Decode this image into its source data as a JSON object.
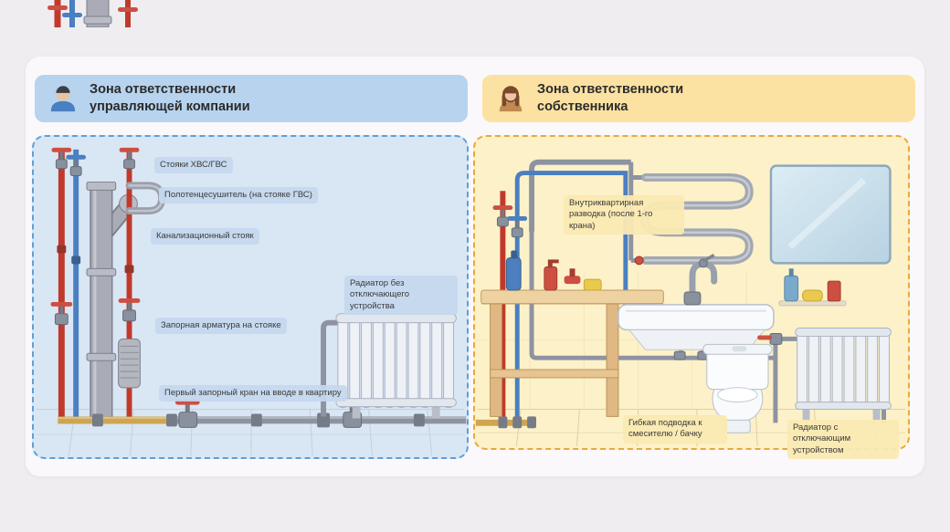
{
  "colors": {
    "page_bg": "#efedf0",
    "panel_bg": "#faf8fb",
    "hot_pipe": "#c0392b",
    "cold_pipe": "#4a7fc1",
    "steel_pipe": "#8d93a1",
    "brass_pipe": "#cfa54f",
    "management_header_bg": "#b7d3ee",
    "management_zone_bg": "#d9e6f4",
    "management_border": "#5e9fd8",
    "owner_header_bg": "#fbe2a2",
    "owner_zone_bg": "#fcf1c8",
    "owner_border": "#e7a83e"
  },
  "management_zone": {
    "title": "Зона ответственности управляющей компании",
    "icon": "manager-person-icon",
    "labels": [
      "Стояки ХВС/ГВС",
      "Полотенцесушитель (на стояке ГВС)",
      "Канализационный стояк",
      "Запорная арматура на стояке",
      "Радиатор без отключающего устройства",
      "Первый запорный кран на вводе в квартиру"
    ]
  },
  "owner_zone": {
    "title": "Зона ответственности собственника",
    "icon": "owner-person-icon",
    "labels": [
      "Внутриквартирная разводка (после 1-го крана)",
      "Гибкая подводка к смесителю / бачку",
      "Радиатор с отключающим устройством"
    ]
  }
}
